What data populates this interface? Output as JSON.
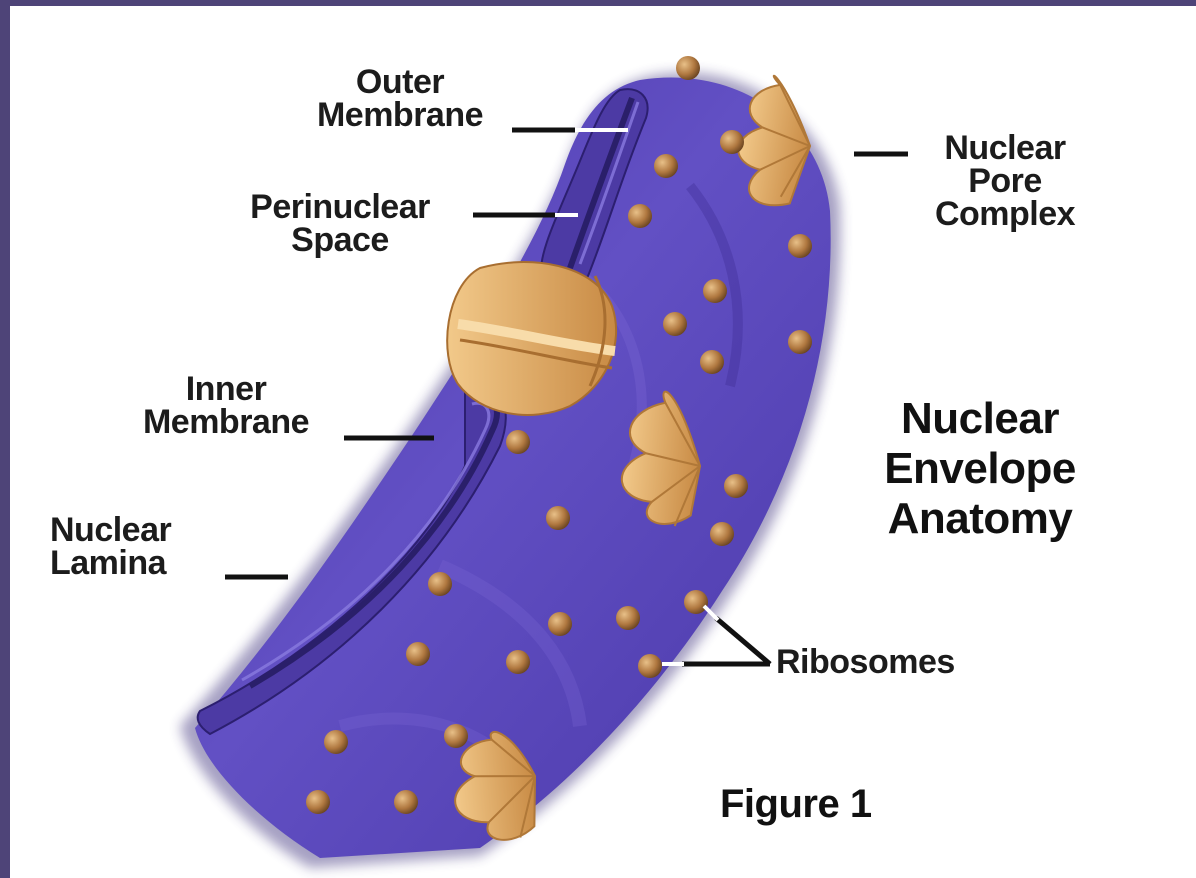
{
  "labels": {
    "outer_membrane": [
      "Outer",
      "Membrane"
    ],
    "perinuclear_space": [
      "Perinuclear",
      "Space"
    ],
    "inner_membrane": [
      "Inner",
      "Membrane"
    ],
    "nuclear_lamina": [
      "Nuclear",
      "Lamina"
    ],
    "nuclear_pore_complex": [
      "Nuclear",
      "Pore",
      "Complex"
    ],
    "ribosomes": "Ribosomes"
  },
  "title": [
    "Nuclear",
    "Envelope",
    "Anatomy"
  ],
  "figure_caption": "Figure 1",
  "colors": {
    "envelope": "#5a45b8",
    "envelope_dark": "#3a2a8a",
    "pore": "#e0a860",
    "ribosome": "#b07840",
    "frame_border": "#4e4478",
    "text": "#1c1c1c"
  }
}
